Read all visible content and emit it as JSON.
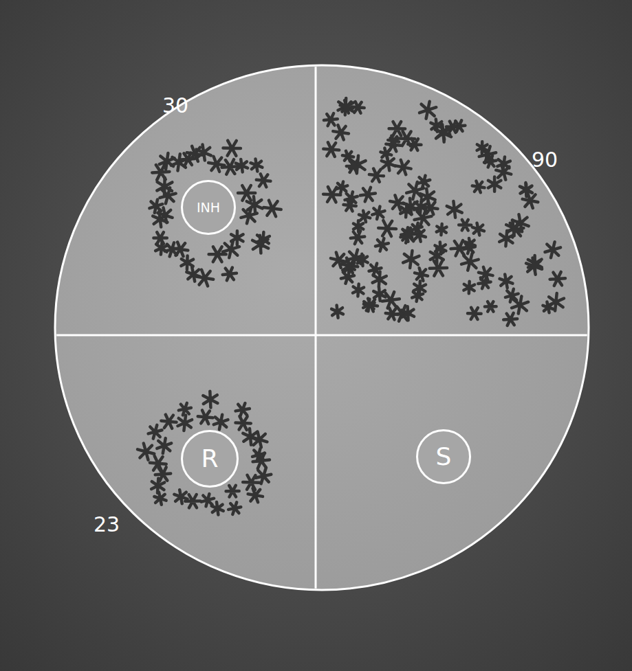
{
  "diagram": {
    "nodes": [
      {
        "text": [
          "INH"
        ]
      },
      {
        "text": [
          "R"
        ]
      },
      {
        "text": [
          "S"
        ]
      }
    ],
    "labels": [
      "30",
      "90",
      "23"
    ]
  }
}
